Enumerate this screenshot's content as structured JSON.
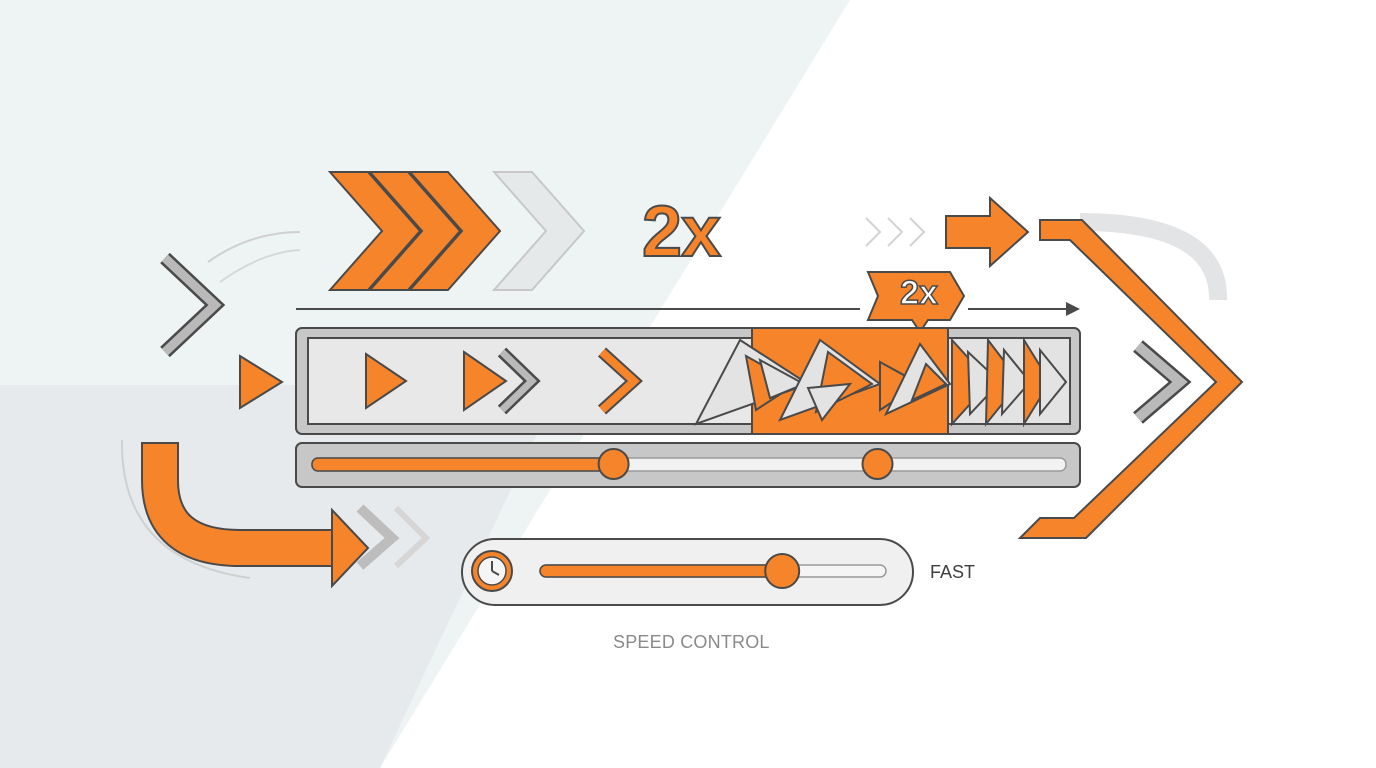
{
  "multiplier_big": "2x",
  "multiplier_badge": "2x",
  "speed_slider": {
    "label": "FAST",
    "value": 0.7,
    "icon": "clock-icon"
  },
  "timeline_slider": {
    "value": 0.4,
    "secondary_handle": 0.75
  },
  "caption": "SPEED CONTROL",
  "colors": {
    "accent": "#f5842a",
    "outline": "#4a4a4a",
    "gray": "#b9b9b9",
    "track": "#c7c7c7"
  }
}
